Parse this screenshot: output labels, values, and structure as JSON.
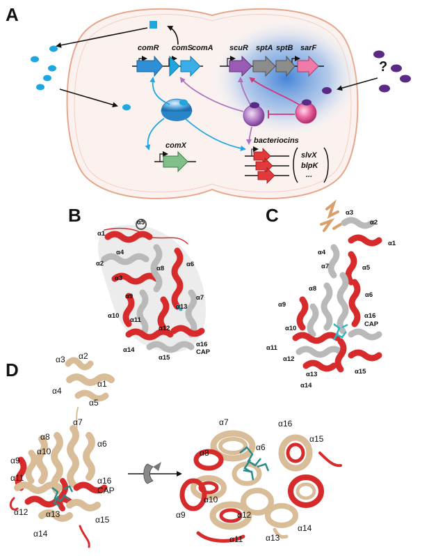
{
  "panels": {
    "a": "A",
    "b": "B",
    "c": "C",
    "d": "D"
  },
  "genes": {
    "comR": "comR",
    "comS": "comS",
    "comA": "comA",
    "scuR": "scuR",
    "sptA": "sptA",
    "sptB": "sptB",
    "sarF": "sarF",
    "comX": "comX",
    "bacteriocins": "bacteriocins",
    "slvX": "slvX",
    "blpK": "blpK",
    "ellipsis": "..."
  },
  "question_mark": "?",
  "helices_b": {
    "a1": "α1",
    "a2": "α2",
    "a3": "α3",
    "a4": "α4",
    "a5": "α5",
    "a6": "α6",
    "a7": "α7",
    "a8": "α8",
    "a9": "α9",
    "a10": "α10",
    "a11": "α11",
    "a12": "α12",
    "a13": "α13",
    "a14": "α14",
    "a15": "α15",
    "a16": "α16",
    "cap": "CAP"
  },
  "helices_c": {
    "a1": "α1",
    "a2": "α2",
    "a3": "α3",
    "a4": "α4",
    "a5": "α5",
    "a6": "α6",
    "a7": "α7",
    "a8": "α8",
    "a9": "α9",
    "a10": "α10",
    "a11": "α11",
    "a12": "α12",
    "a13": "α13",
    "a14": "α14",
    "a15": "α15",
    "a16": "α16",
    "cap": "CAP"
  },
  "helices_d_left": {
    "a1": "α1",
    "a2": "α2",
    "a3": "α3",
    "a4": "α4",
    "a5": "α5",
    "a6": "α6",
    "a7": "α7",
    "a8": "α8",
    "a9": "α9",
    "a10": "α10",
    "a11": "α11",
    "a12": "α12",
    "a13": "α13",
    "a14": "α14",
    "a15": "α15",
    "a16": "α16",
    "cap": "CAP"
  },
  "helices_d_right": {
    "a6": "α6",
    "a7": "α7",
    "a8": "α8",
    "a9": "α9",
    "a10": "α10",
    "a11": "α11",
    "a12": "α12",
    "a13": "α13",
    "a14": "α14",
    "a15": "α15",
    "a16": "α16"
  },
  "colors": {
    "comR_blue": "#2e8fd6",
    "pheromone_cyan": "#1ea6e0",
    "scuR_purple": "#9b5bb5",
    "spt_gray": "#8c8c8c",
    "sarF_pink": "#f07aa8",
    "comX_green": "#7fc08a",
    "bacteriocin_red": "#e23a3a",
    "helix_red": "#d72b2b",
    "helix_gray": "#b9b9b9",
    "helix_tan": "#d9bd99",
    "peptide_purple": "#5a2a85",
    "cell_fill": "#fbf2ef",
    "cell_border": "#e7a58a",
    "arrow_magenta": "#d0357a",
    "arrow_violet": "#b070c0",
    "cap_cyan": "#2fb5c8"
  }
}
